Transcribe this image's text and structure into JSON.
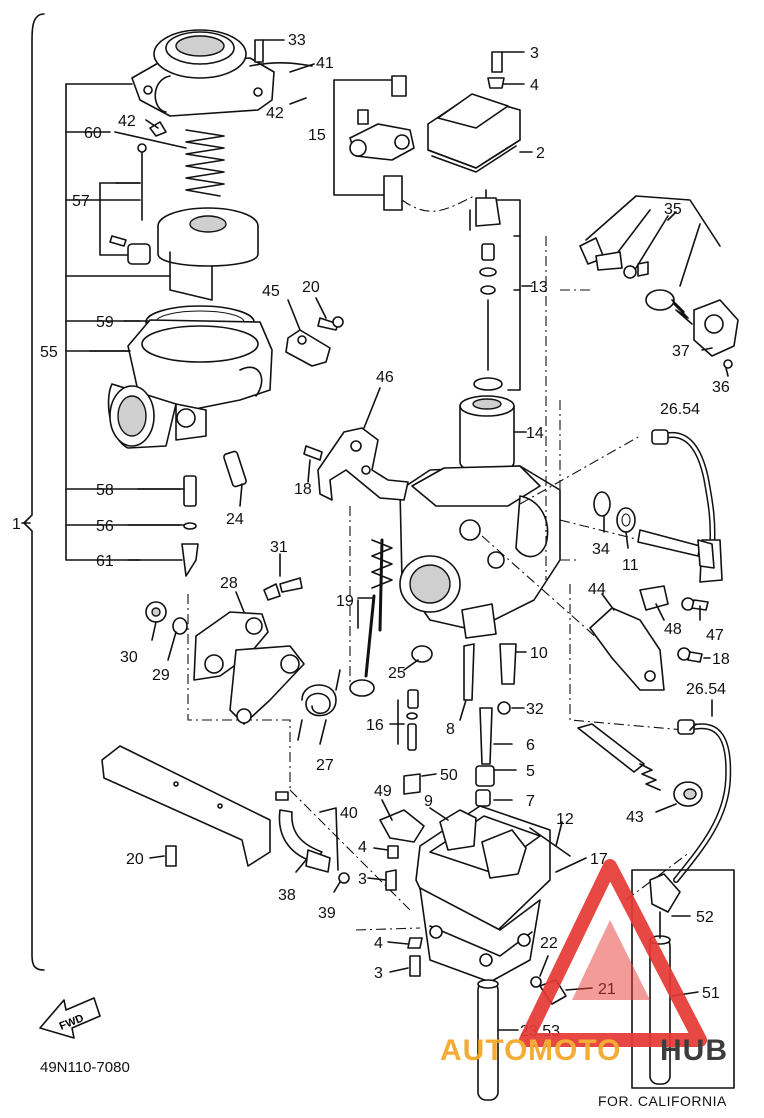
{
  "diagram": {
    "code": "49N110-7080",
    "region_note": "FOR. CALIFORNIA",
    "fwd_arrow_label": "FWD",
    "assembly_ref": "1",
    "callouts": [
      {
        "id": "c33",
        "text": "33"
      },
      {
        "id": "c41",
        "text": "41"
      },
      {
        "id": "c42a",
        "text": "42"
      },
      {
        "id": "c42b",
        "text": "42"
      },
      {
        "id": "c60",
        "text": "60"
      },
      {
        "id": "c57",
        "text": "57"
      },
      {
        "id": "c59",
        "text": "59"
      },
      {
        "id": "c55",
        "text": "55"
      },
      {
        "id": "c45",
        "text": "45"
      },
      {
        "id": "c20a",
        "text": "20"
      },
      {
        "id": "c15",
        "text": "15"
      },
      {
        "id": "c3a",
        "text": "3"
      },
      {
        "id": "c4a",
        "text": "4"
      },
      {
        "id": "c2",
        "text": "2"
      },
      {
        "id": "c13",
        "text": "13"
      },
      {
        "id": "c35",
        "text": "35"
      },
      {
        "id": "c37",
        "text": "37"
      },
      {
        "id": "c36",
        "text": "36"
      },
      {
        "id": "c46",
        "text": "46"
      },
      {
        "id": "c14",
        "text": "14"
      },
      {
        "id": "c2654a",
        "text": "26.54"
      },
      {
        "id": "c18a",
        "text": "18"
      },
      {
        "id": "c58",
        "text": "58"
      },
      {
        "id": "c24",
        "text": "24"
      },
      {
        "id": "c56",
        "text": "56"
      },
      {
        "id": "c61",
        "text": "61"
      },
      {
        "id": "c31",
        "text": "31"
      },
      {
        "id": "c34",
        "text": "34"
      },
      {
        "id": "c11",
        "text": "11"
      },
      {
        "id": "c28",
        "text": "28"
      },
      {
        "id": "c19",
        "text": "19"
      },
      {
        "id": "c44",
        "text": "44"
      },
      {
        "id": "c48",
        "text": "48"
      },
      {
        "id": "c47",
        "text": "47"
      },
      {
        "id": "c18b",
        "text": "18"
      },
      {
        "id": "c30",
        "text": "30"
      },
      {
        "id": "c29",
        "text": "29"
      },
      {
        "id": "c25",
        "text": "25"
      },
      {
        "id": "c10",
        "text": "10"
      },
      {
        "id": "c2654b",
        "text": "26.54"
      },
      {
        "id": "c16",
        "text": "16"
      },
      {
        "id": "c8",
        "text": "8"
      },
      {
        "id": "c32",
        "text": "32"
      },
      {
        "id": "c27",
        "text": "27"
      },
      {
        "id": "c6",
        "text": "6"
      },
      {
        "id": "c5",
        "text": "5"
      },
      {
        "id": "c50",
        "text": "50"
      },
      {
        "id": "c49",
        "text": "49"
      },
      {
        "id": "c9",
        "text": "9"
      },
      {
        "id": "c7",
        "text": "7"
      },
      {
        "id": "c43",
        "text": "43"
      },
      {
        "id": "c40",
        "text": "40"
      },
      {
        "id": "c12",
        "text": "12"
      },
      {
        "id": "c4b",
        "text": "4"
      },
      {
        "id": "c17",
        "text": "17"
      },
      {
        "id": "c20b",
        "text": "20"
      },
      {
        "id": "c3b",
        "text": "3"
      },
      {
        "id": "c38",
        "text": "38"
      },
      {
        "id": "c39",
        "text": "39"
      },
      {
        "id": "c52",
        "text": "52"
      },
      {
        "id": "c4c",
        "text": "4"
      },
      {
        "id": "c22",
        "text": "22"
      },
      {
        "id": "c3c",
        "text": "3"
      },
      {
        "id": "c21",
        "text": "21"
      },
      {
        "id": "c51",
        "text": "51"
      },
      {
        "id": "c2353",
        "text": "23.53"
      }
    ]
  },
  "watermark": {
    "brand_left": "AUTO",
    "brand_mid": "MOTO",
    "brand_right": "HUB",
    "colors": {
      "red": "#e53935",
      "orange": "#f5a623",
      "dark": "#2d2d2d"
    }
  }
}
